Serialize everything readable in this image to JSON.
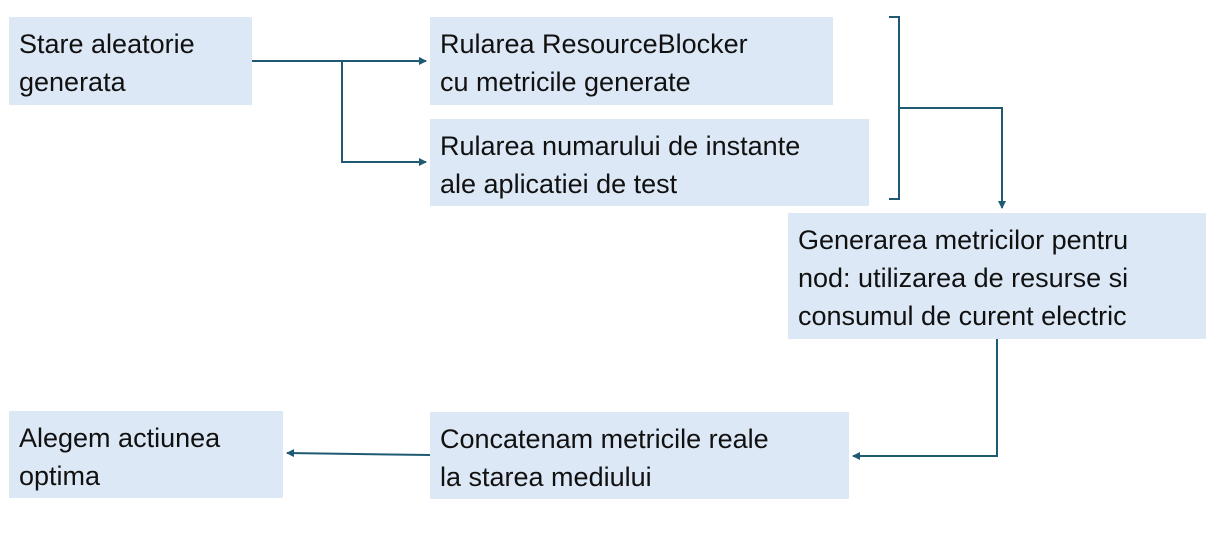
{
  "colors": {
    "box_fill": "#dce8f5",
    "connector": "#1f5a73",
    "text": "#111111"
  },
  "nodes": {
    "random_state": {
      "lines": [
        "Stare aleatorie",
        "generata"
      ]
    },
    "run_resourceblocker": {
      "lines": [
        "Rularea ResourceBlocker",
        "cu metricile generate"
      ]
    },
    "run_instances": {
      "lines": [
        "Rularea numarului de instante",
        "ale aplicatiei de test"
      ]
    },
    "generate_metrics": {
      "lines": [
        "Generarea metricilor pentru",
        "nod: utilizarea de resurse si",
        "consumul de curent electric"
      ]
    },
    "concatenate_metrics": {
      "lines": [
        "Concatenam metricile reale",
        "la starea mediului"
      ]
    },
    "choose_action": {
      "lines": [
        "Alegem actiunea",
        "optima"
      ]
    }
  }
}
